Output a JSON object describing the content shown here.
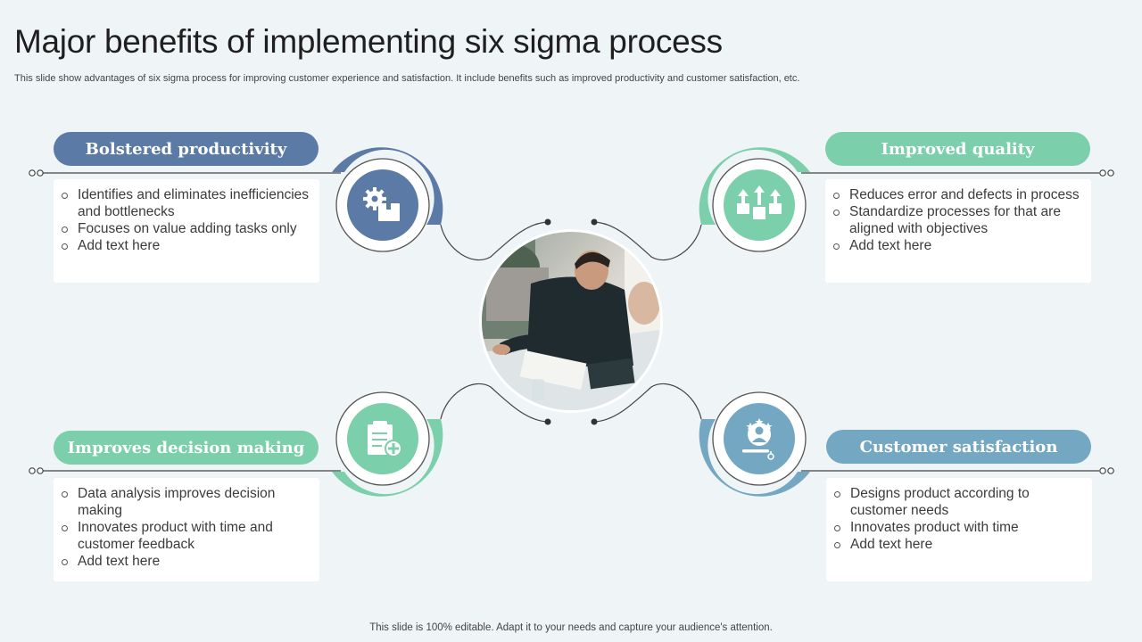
{
  "slide": {
    "title": "Major benefits of implementing six sigma process",
    "subtitle": "This slide show advantages of six sigma process for improving customer experience and satisfaction. It include benefits such as improved productivity and customer satisfaction, etc.",
    "footer": "This slide is 100% editable. Adapt it to your needs and capture your audience's attention."
  },
  "colors": {
    "blue": "#5b7aa6",
    "green": "#7ccfab",
    "teal": "#74a7c2",
    "background": "#eff4f7",
    "line": "#444444"
  },
  "benefits": {
    "productivity": {
      "title": "Bolstered productivity",
      "icon": "gears-box-icon",
      "points": [
        "Identifies and eliminates inefficiencies and bottlenecks",
        "Focuses on value adding tasks only",
        "Add text here"
      ]
    },
    "quality": {
      "title": "Improved quality",
      "icon": "boxes-arrows-up-icon",
      "points": [
        "Reduces error and defects in process",
        "Standardize processes for that are aligned with objectives",
        "Add text here"
      ]
    },
    "decision": {
      "title": "Improves decision making",
      "icon": "clipboard-plus-icon",
      "points": [
        "Data analysis improves decision making",
        "Innovates product with time and customer feedback",
        "Add text here"
      ]
    },
    "satisfaction": {
      "title": "Customer satisfaction",
      "icon": "customer-stars-icon",
      "points": [
        "Designs product according to customer needs",
        "Innovates product with time",
        "Add text here"
      ]
    }
  },
  "center_image": {
    "icon": "business-meeting-photo"
  }
}
